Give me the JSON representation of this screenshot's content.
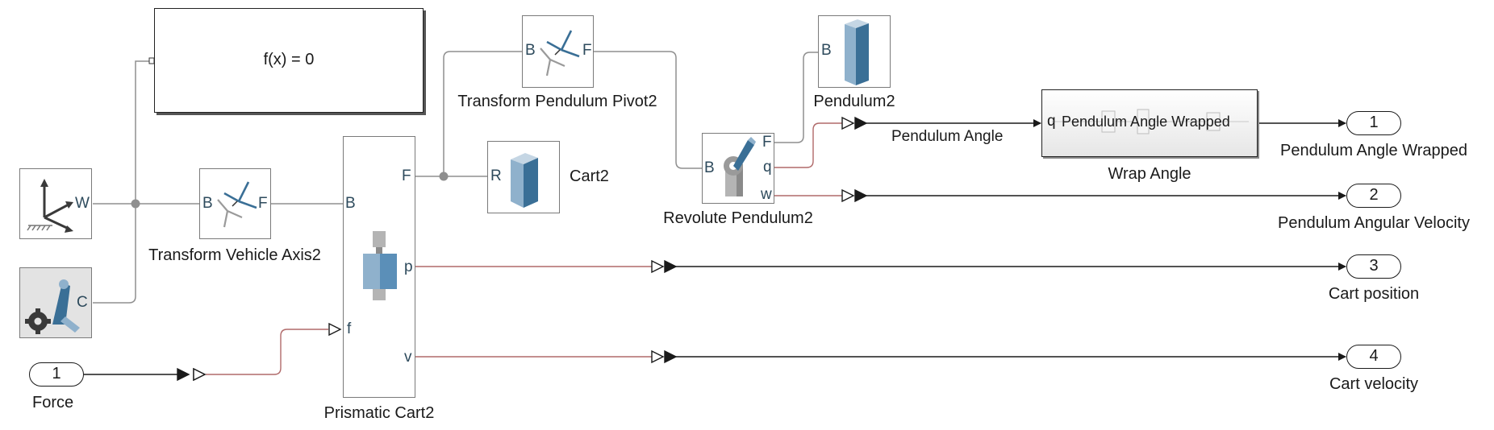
{
  "blocks": {
    "constraint": {
      "label": "f(x) = 0"
    },
    "transform_vehicle_axis": {
      "name": "Transform Vehicle Axis2",
      "port_b": "B",
      "port_f": "F"
    },
    "world_frame": {
      "port_w": "W"
    },
    "mechanism_config": {
      "port_c": "C"
    },
    "prismatic": {
      "name": "Prismatic Cart2",
      "port_b": "B",
      "port_f": "F",
      "port_p": "p",
      "port_v": "v",
      "port_f_in": "f"
    },
    "transform_pivot": {
      "name": "Transform Pendulum Pivot2",
      "port_b": "B",
      "port_f": "F"
    },
    "cart_solid": {
      "name": "Cart2",
      "port_r": "R"
    },
    "pendulum_solid": {
      "name": "Pendulum2",
      "port_b": "B"
    },
    "revolute": {
      "name": "Revolute Pendulum2",
      "port_b": "B",
      "port_f": "F",
      "port_q": "q",
      "port_w": "w"
    },
    "wrap_angle": {
      "name": "Wrap Angle",
      "inner_text": "Pendulum Angle Wrapped",
      "port_q": "q"
    }
  },
  "signals": {
    "pendulum_angle": "Pendulum Angle"
  },
  "inports": [
    {
      "num": "1",
      "label": "Force"
    }
  ],
  "outports": [
    {
      "num": "1",
      "label": "Pendulum Angle Wrapped"
    },
    {
      "num": "2",
      "label": "Pendulum Angular Velocity"
    },
    {
      "num": "3",
      "label": "Cart position"
    },
    {
      "num": "4",
      "label": "Cart velocity"
    }
  ],
  "colors": {
    "physical_line": "#8f8f8f",
    "signal_line": "#1a1a1a",
    "signal_out": "#b06a6a",
    "icon_blue": "#3a6f96",
    "icon_light": "#8fb1cc"
  }
}
